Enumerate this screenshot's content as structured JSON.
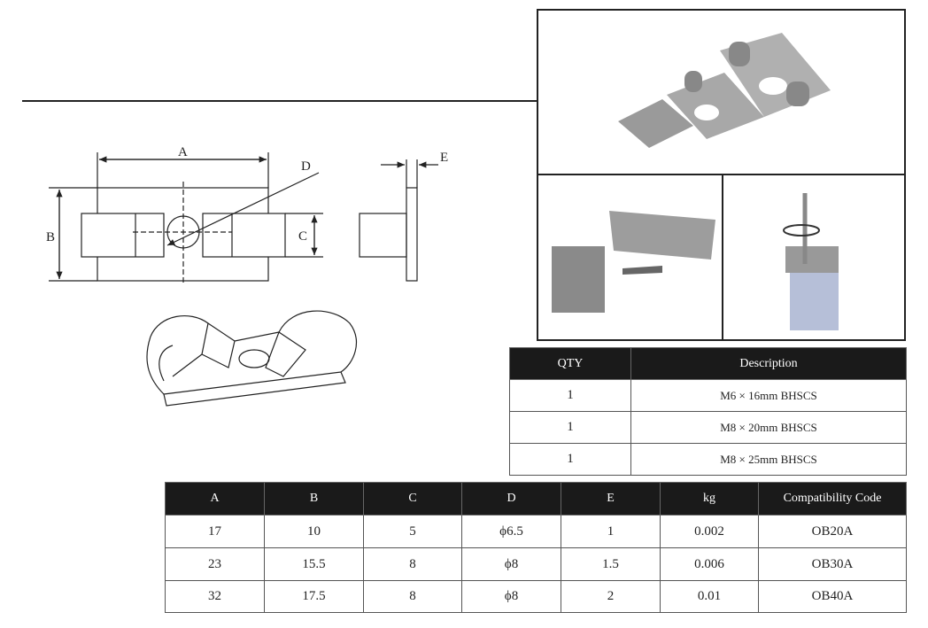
{
  "drawing": {
    "labels": {
      "a": "A",
      "b": "B",
      "c": "C",
      "d": "D",
      "e": "E"
    }
  },
  "hardware_table": {
    "headers": [
      "QTY",
      "Description"
    ],
    "rows": [
      [
        "1",
        "M6 × 16mm BHSCS"
      ],
      [
        "1",
        "M8 × 20mm BHSCS"
      ],
      [
        "1",
        "M8 × 25mm BHSCS"
      ]
    ]
  },
  "spec_table": {
    "headers": [
      "A",
      "B",
      "C",
      "D",
      "E",
      "kg",
      "Compatibility Code"
    ],
    "rows": [
      [
        "17",
        "10",
        "5",
        "ϕ6.5",
        "1",
        "0.002",
        "OB20A"
      ],
      [
        "23",
        "15.5",
        "8",
        "ϕ8",
        "1.5",
        "0.006",
        "OB30A"
      ],
      [
        "32",
        "17.5",
        "8",
        "ϕ8",
        "2",
        "0.01",
        "OB40A"
      ]
    ]
  }
}
